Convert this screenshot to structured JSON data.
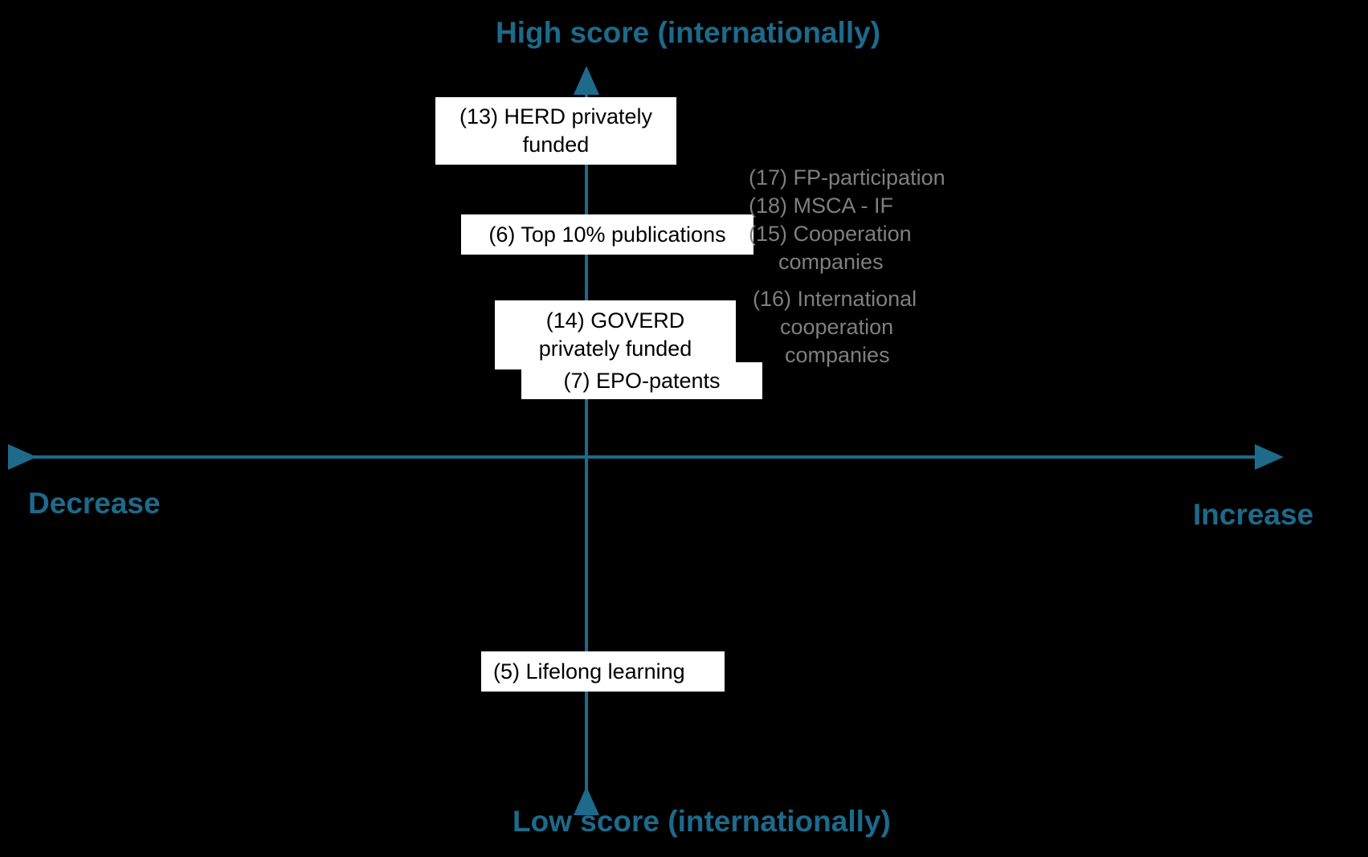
{
  "axes": {
    "top_label": "High score (internationally)",
    "bottom_label": "Low score (internationally)",
    "left_label": "Decrease",
    "right_label": "Increase",
    "color": "#1d6a8b"
  },
  "boxed_items": [
    {
      "text": "(13) HERD privately\nfunded"
    },
    {
      "text": "(6) Top 10% publications"
    },
    {
      "text": "(14) GOVERD\nprivately funded"
    },
    {
      "text": "(7) EPO-patents"
    },
    {
      "text": "(5) Lifelong learning"
    }
  ],
  "plain_items": [
    {
      "text": "(17) FP-participation"
    },
    {
      "text": "(18) MSCA - IF"
    },
    {
      "text": "(15) Cooperation"
    },
    {
      "text": "companies"
    },
    {
      "text": "(16) International"
    },
    {
      "text": "cooperation"
    },
    {
      "text": "companies"
    }
  ]
}
